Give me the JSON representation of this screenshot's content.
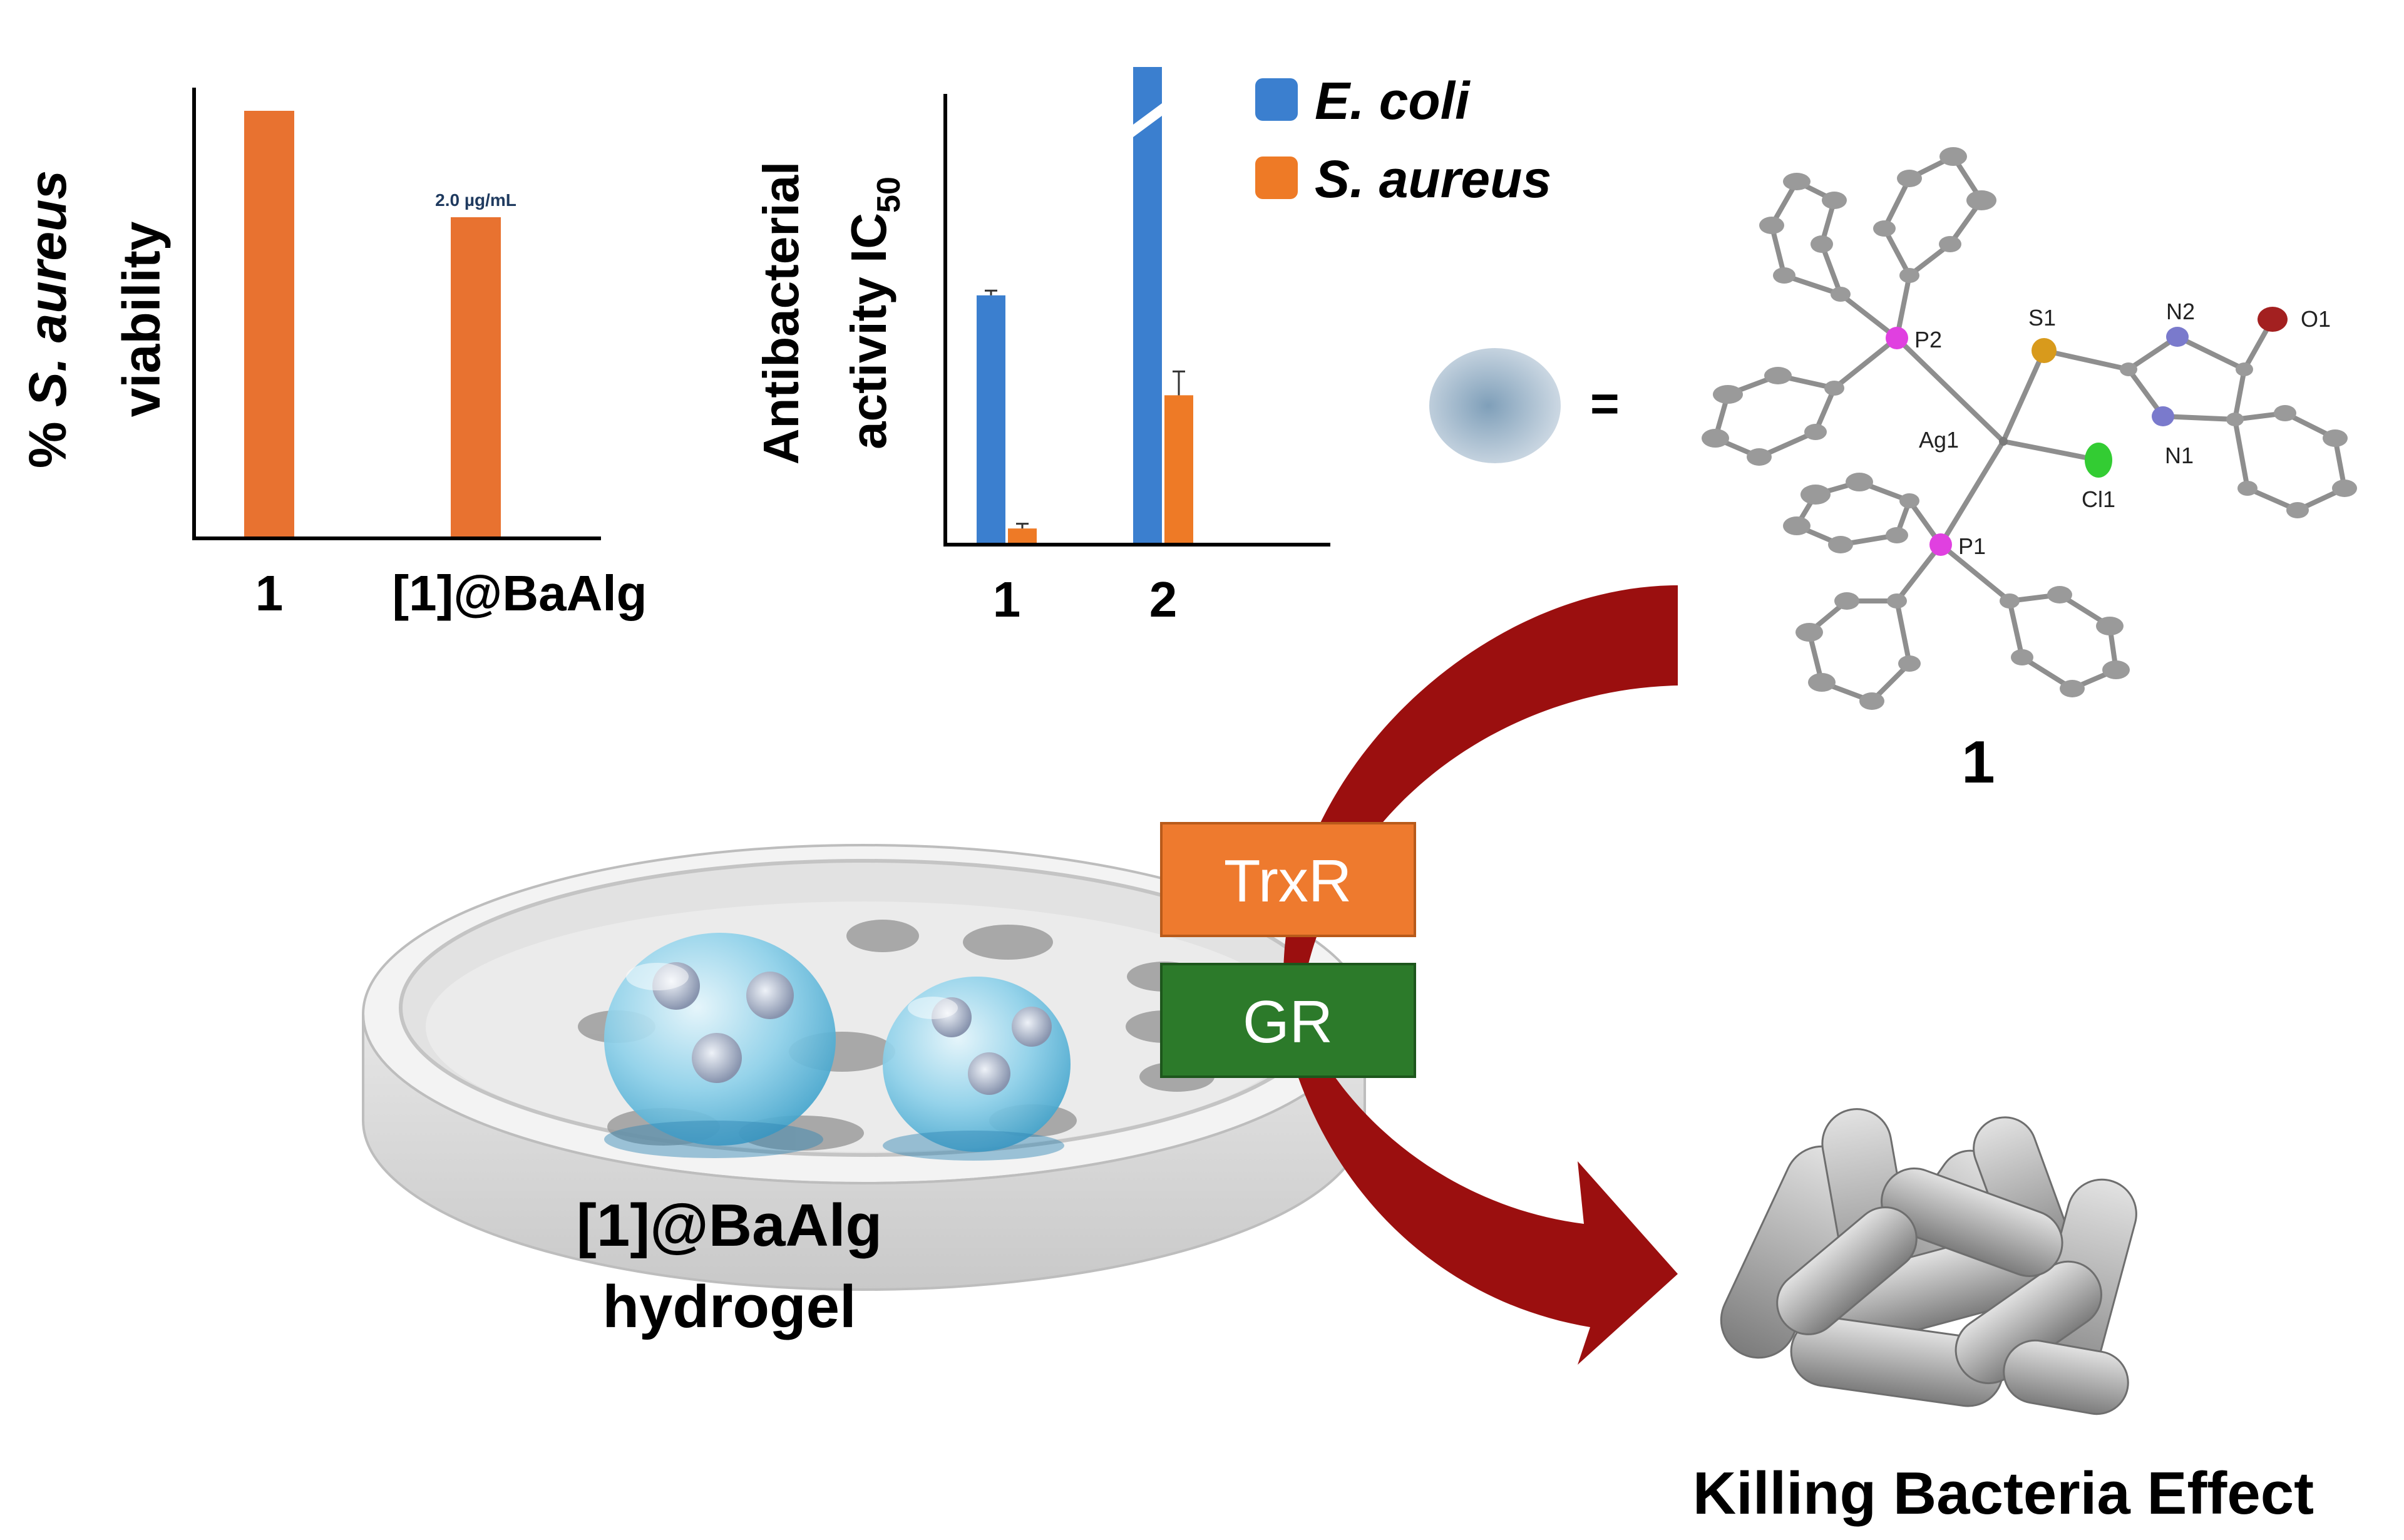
{
  "chart_data": [
    {
      "type": "bar",
      "ylabel_prefix": "% ",
      "ylabel_italic": "S. aureus",
      "ylabel_line2": "viability",
      "categories": [
        "1",
        "[1]@BaAlg"
      ],
      "values": [
        100,
        75
      ],
      "ylim": [
        0,
        100
      ],
      "annotations": [
        {
          "category": "[1]@BaAlg",
          "text": "2.0 µg/mL"
        }
      ],
      "colors": {
        "bar": "#E87230"
      }
    },
    {
      "type": "bar",
      "ylabel_line1": "Antibacterial",
      "ylabel_line2_base": "activity IC",
      "ylabel_line2_sub": "50",
      "categories": [
        "1",
        "2"
      ],
      "axis_break": true,
      "series": [
        {
          "name": "E. coli",
          "values": [
            52,
            100
          ],
          "errors": [
            1,
            0
          ],
          "color": "#3B7FCF"
        },
        {
          "name": "S. aureus",
          "values": [
            3,
            31
          ],
          "errors": [
            1,
            5
          ],
          "color": "#EE7A26"
        }
      ],
      "ylim": [
        0,
        100
      ],
      "legend_position": "top-right"
    }
  ],
  "equals": "=",
  "molecule": {
    "label": "1",
    "atoms": [
      "P2",
      "S1",
      "N2",
      "O1",
      "Ag1",
      "N1",
      "Cl1",
      "P1"
    ]
  },
  "enzymes": [
    {
      "label": "TrxR",
      "color": "#EE7A2E"
    },
    {
      "label": "GR",
      "color": "#2C7A2A"
    }
  ],
  "hydrogel": {
    "line1": "[1]@BaAlg",
    "line2": "hydrogel"
  },
  "result_label": "Killing Bacteria Effect",
  "colors": {
    "arrow": "#9B0F0F",
    "bead": "#8FB0C8",
    "bacteria": "#A8A8A8",
    "dish": "#D8D8D8"
  }
}
